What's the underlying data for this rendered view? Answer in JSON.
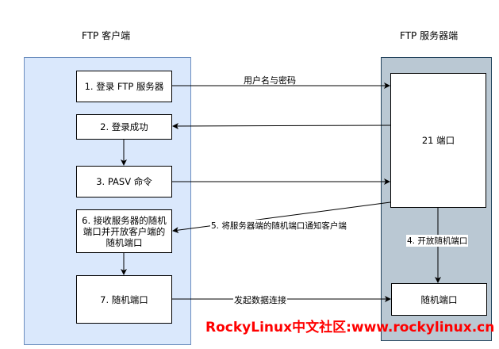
{
  "diagram": {
    "client_title": "FTP 客户端",
    "server_title": "FTP 服务器端",
    "client_steps": [
      {
        "id": "step1",
        "label": "1. 登录 FTP 服务器"
      },
      {
        "id": "step2",
        "label": "2. 登录成功"
      },
      {
        "id": "step3",
        "label": "3. PASV 命令"
      },
      {
        "id": "step6",
        "label": "6. 接收服务器的随机端口并开放客户端的随机端口"
      },
      {
        "id": "step7",
        "label": "7. 随机端口"
      }
    ],
    "server_nodes": [
      {
        "id": "port21",
        "label": "21 端口"
      },
      {
        "id": "random_port",
        "label": "随机端口"
      }
    ],
    "edges": [
      {
        "from": "step1",
        "to": "port21",
        "label": "用户名与密码"
      },
      {
        "from": "port21",
        "to": "step2",
        "label": ""
      },
      {
        "from": "step2",
        "to": "step3",
        "label": ""
      },
      {
        "from": "step3",
        "to": "port21",
        "label": ""
      },
      {
        "from": "port21",
        "to": "random_port",
        "label": "4. 开放随机端口"
      },
      {
        "from": "port21",
        "to": "step6",
        "label": "5. 将服务器端的随机端口通知客户端"
      },
      {
        "from": "step6",
        "to": "step7",
        "label": ""
      },
      {
        "from": "step7",
        "to": "random_port",
        "label": "发起数据连接"
      }
    ],
    "colors": {
      "client_fill": "#dae8fc",
      "client_stroke": "#6c8ebf",
      "server_fill": "#bac8d3",
      "server_stroke": "#23445d",
      "watermark": "#ff0000"
    }
  },
  "watermark": {
    "text": "RockyLinux中文社区:www.rockylinux.cn"
  }
}
